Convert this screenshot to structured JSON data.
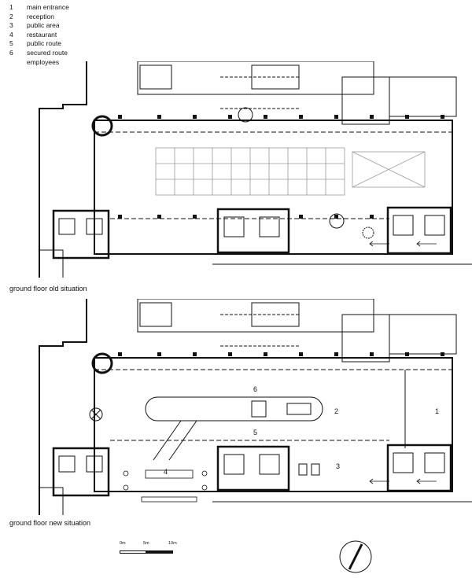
{
  "legend": [
    {
      "num": "1",
      "label": "main entrance"
    },
    {
      "num": "2",
      "label": "reception"
    },
    {
      "num": "3",
      "label": "public area"
    },
    {
      "num": "4",
      "label": "restaurant"
    },
    {
      "num": "5",
      "label": "public route"
    },
    {
      "num": "6",
      "label": "secured route"
    },
    {
      "num": "",
      "label": "employees"
    }
  ],
  "captions": {
    "old": "ground floor old situation",
    "new": "ground floor new situation"
  },
  "plan_labels": [
    "1",
    "2",
    "3",
    "4",
    "5",
    "6"
  ],
  "scale": {
    "l0": "0m",
    "l1": "5m",
    "l2": "10m"
  },
  "north_icon": "north-arrow-icon"
}
